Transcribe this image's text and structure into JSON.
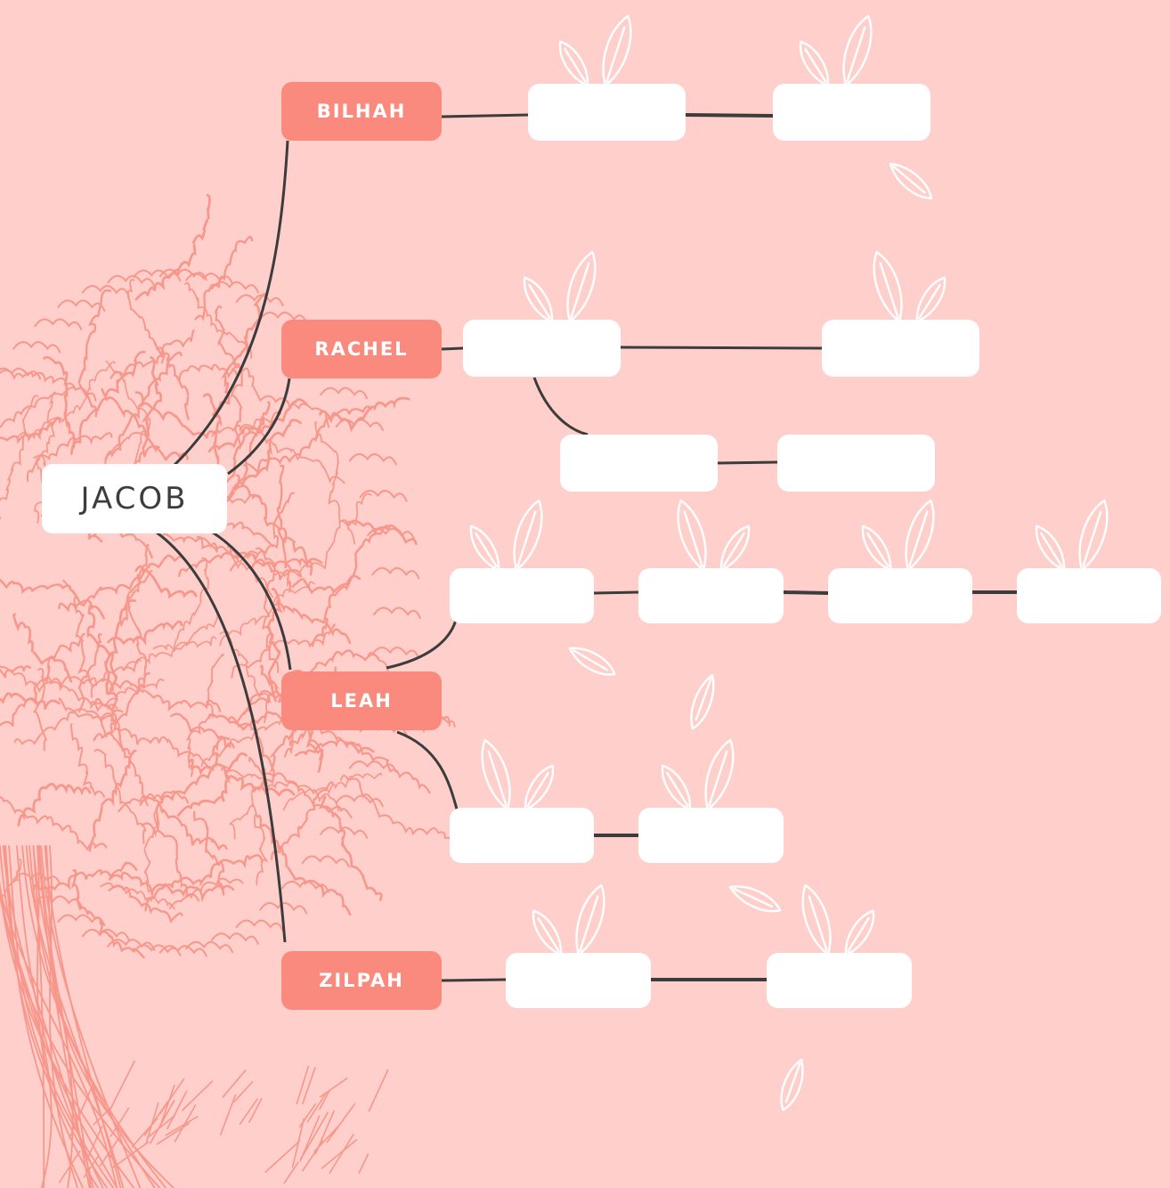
{
  "colors": {
    "background": "#ffcfcb",
    "wife_box": "#fa8a7e",
    "tree_sketch": "#f7978b",
    "connector": "#3c3c3c",
    "child_box": "#ffffff",
    "leaf_outline": "#ffffff"
  },
  "root": {
    "label": "JACOB"
  },
  "wives": [
    {
      "id": "bilhah",
      "label": "BILHAH"
    },
    {
      "id": "rachel",
      "label": "RACHEL"
    },
    {
      "id": "leah",
      "label": "LEAH"
    },
    {
      "id": "zilpah",
      "label": "ZILPAH"
    }
  ],
  "children": {
    "bilhah": [
      "",
      ""
    ],
    "rachel": [
      "",
      "",
      "",
      ""
    ],
    "leah": [
      "",
      "",
      "",
      "",
      "",
      ""
    ],
    "zilpah": [
      "",
      ""
    ]
  },
  "decorations": {
    "background_illustration": "tree-sketch",
    "leaf_icon": "leaf-sprig-icon"
  }
}
